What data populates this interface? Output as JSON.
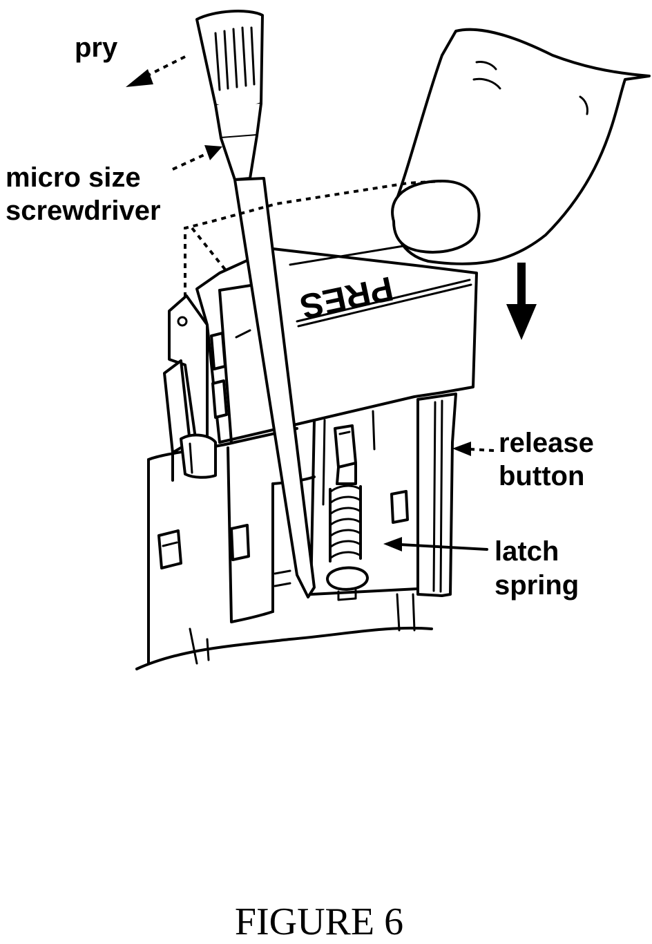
{
  "labels": {
    "pry": "pry",
    "screwdriver_line1": "micro size",
    "screwdriver_line2": "screwdriver",
    "release_line1": "release",
    "release_line2": "button",
    "latch_line1": "latch",
    "latch_line2": "spring",
    "button_stamp": "PRES"
  },
  "caption": "FIGURE 6",
  "colors": {
    "ink": "#000000",
    "paper": "#ffffff"
  }
}
